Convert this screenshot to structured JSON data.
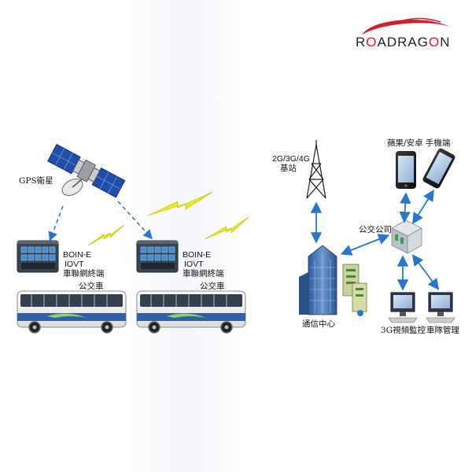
{
  "logo": {
    "brand_pre": "R",
    "brand_o1": "O",
    "brand_mid": "ADRAG",
    "brand_o2": "O",
    "brand_post": "N"
  },
  "left": {
    "gps_label": "GPS衛星",
    "terminal_1": {
      "line1": "BOIN-E",
      "line2": "IOVT",
      "line3": "車聯網終端"
    },
    "terminal_2": {
      "line1": "BOIN-E",
      "line2": "IOVT",
      "line3": "車聯網終端"
    },
    "bus_1_label": "公交車",
    "bus_2_label": "公交車"
  },
  "right": {
    "base_station_line1": "2G/3G/4G",
    "base_station_line2": "基站",
    "mobile_label": "蘋果/安卓 手機端",
    "company_label": "公交公司",
    "comm_center_label": "通信中心",
    "video_label": "3G視頻監控",
    "fleet_label": "車隊管理"
  },
  "colors": {
    "brand_red": "#d0202a",
    "arrow_blue": "#2a76c6",
    "lightning_yellow": "#e8ea1a",
    "bus_white": "#f4f4f2",
    "bus_blue": "#2f5fa8",
    "building_blue": "#3d6fb0"
  }
}
